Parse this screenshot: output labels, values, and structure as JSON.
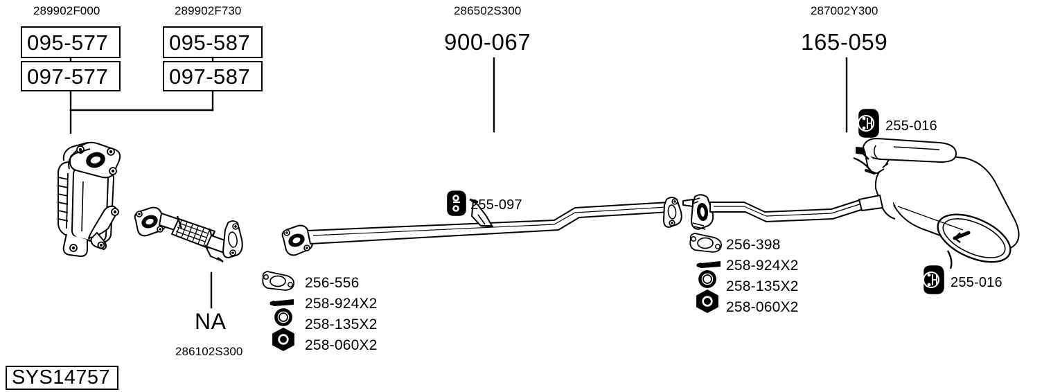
{
  "diagram": {
    "type": "exhaust-system-parts-diagram",
    "system_code": "SYS14757",
    "background": "#ffffff",
    "line_color": "#000000"
  },
  "groups": [
    {
      "id": "catalytic-converter",
      "oe_number": "289902F000",
      "refs": [
        "095-577",
        "097-577"
      ]
    },
    {
      "id": "catalytic-converter-alt",
      "oe_number": "289902F730",
      "refs": [
        "095-587",
        "097-587"
      ]
    },
    {
      "id": "centre-pipe",
      "oe_number": "286502S300",
      "ref": "900-067"
    },
    {
      "id": "rear-silencer",
      "oe_number": "287002Y300",
      "ref": "165-059"
    },
    {
      "id": "front-pipe",
      "oe_number": "286102S300",
      "ref": "NA"
    }
  ],
  "hangers": [
    {
      "id": "hanger-centre",
      "ref": "255-097"
    },
    {
      "id": "hanger-rear-upper",
      "ref": "255-016"
    },
    {
      "id": "hanger-rear-lower",
      "ref": "255-016"
    }
  ],
  "fitting_kits": [
    {
      "id": "fitting-kit-front",
      "items": [
        {
          "icon": "gasket-icon",
          "ref": "256-556"
        },
        {
          "icon": "bolt-icon",
          "ref": "258-924X2"
        },
        {
          "icon": "washer-icon",
          "ref": "258-135X2"
        },
        {
          "icon": "nut-icon",
          "ref": "258-060X2"
        }
      ]
    },
    {
      "id": "fitting-kit-rear",
      "items": [
        {
          "icon": "gasket-icon",
          "ref": "256-398"
        },
        {
          "icon": "bolt-icon",
          "ref": "258-924X2"
        },
        {
          "icon": "washer-icon",
          "ref": "258-135X2"
        },
        {
          "icon": "nut-icon",
          "ref": "258-060X2"
        }
      ]
    }
  ]
}
